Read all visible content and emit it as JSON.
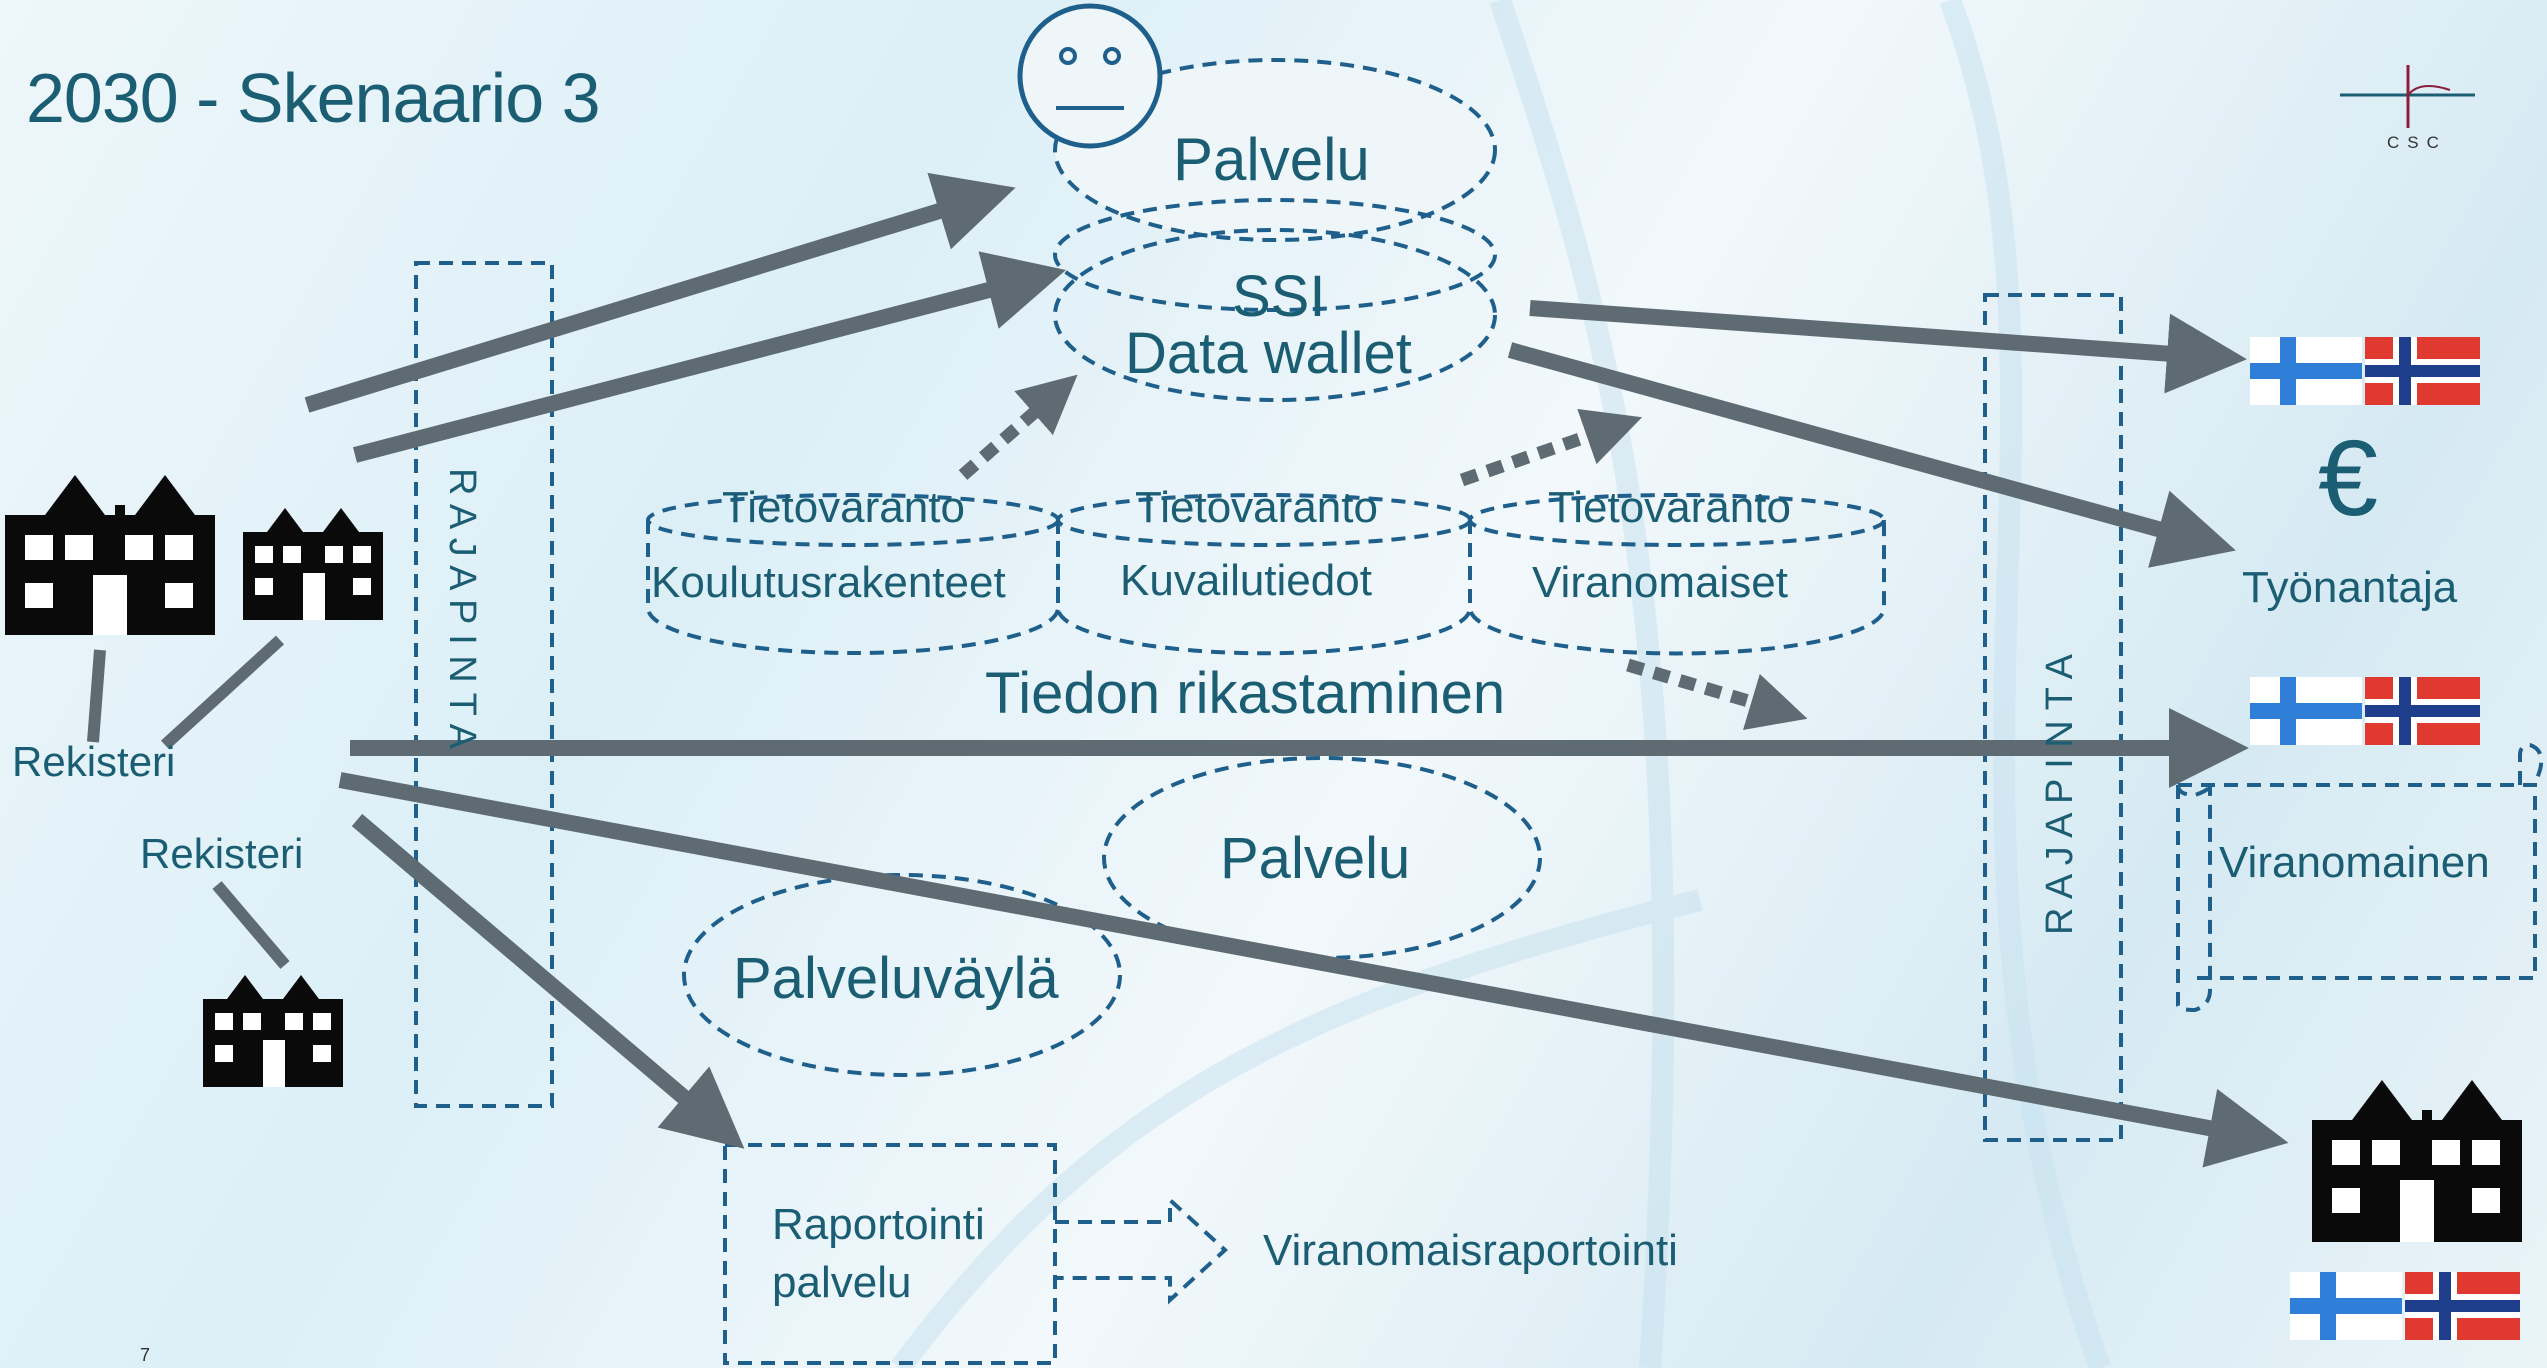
{
  "slide": {
    "title": "2030 - Skenaario 3",
    "page_number": "7",
    "logo_text": "CSC"
  },
  "colors": {
    "text": "#1b5e73",
    "dashed_line": "#1f5f8b",
    "arrow": "#5f6b73",
    "flag_blue": "#2f7fd8",
    "flag_red": "#e03a30"
  },
  "nodes": {
    "service_top": "Palvelu",
    "ssi": "SSI",
    "data_wallet": "Data wallet",
    "repo1_title": "Tietovaranto",
    "repo1_sub": "Koulutusrakenteet",
    "repo2_title": "Tietovaranto",
    "repo2_sub": "Kuvailutiedot",
    "repo3_title": "Tietovaranto",
    "repo3_sub": "Viranomaiset",
    "enrichment": "Tiedon rikastaminen",
    "service_mid": "Palvelu",
    "service_bus": "Palveluväylä",
    "api_left": "R A J A P I N T A",
    "api_right": "R A J A P I N T A",
    "registry1": "Rekisteri",
    "registry2": "Rekisteri",
    "employer": "Työnantaja",
    "currency": "€",
    "authority": "Viranomainen",
    "reporting_service_line1": "Raportointi",
    "reporting_service_line2": "palvelu",
    "authority_reporting": "Viranomaisraportointi"
  },
  "icons": {
    "face": "smiley-face-icon",
    "building": "building-icon",
    "flag_fi": "finland-flag-icon",
    "flag_no": "norway-flag-icon",
    "scroll": "scroll-document-icon"
  }
}
